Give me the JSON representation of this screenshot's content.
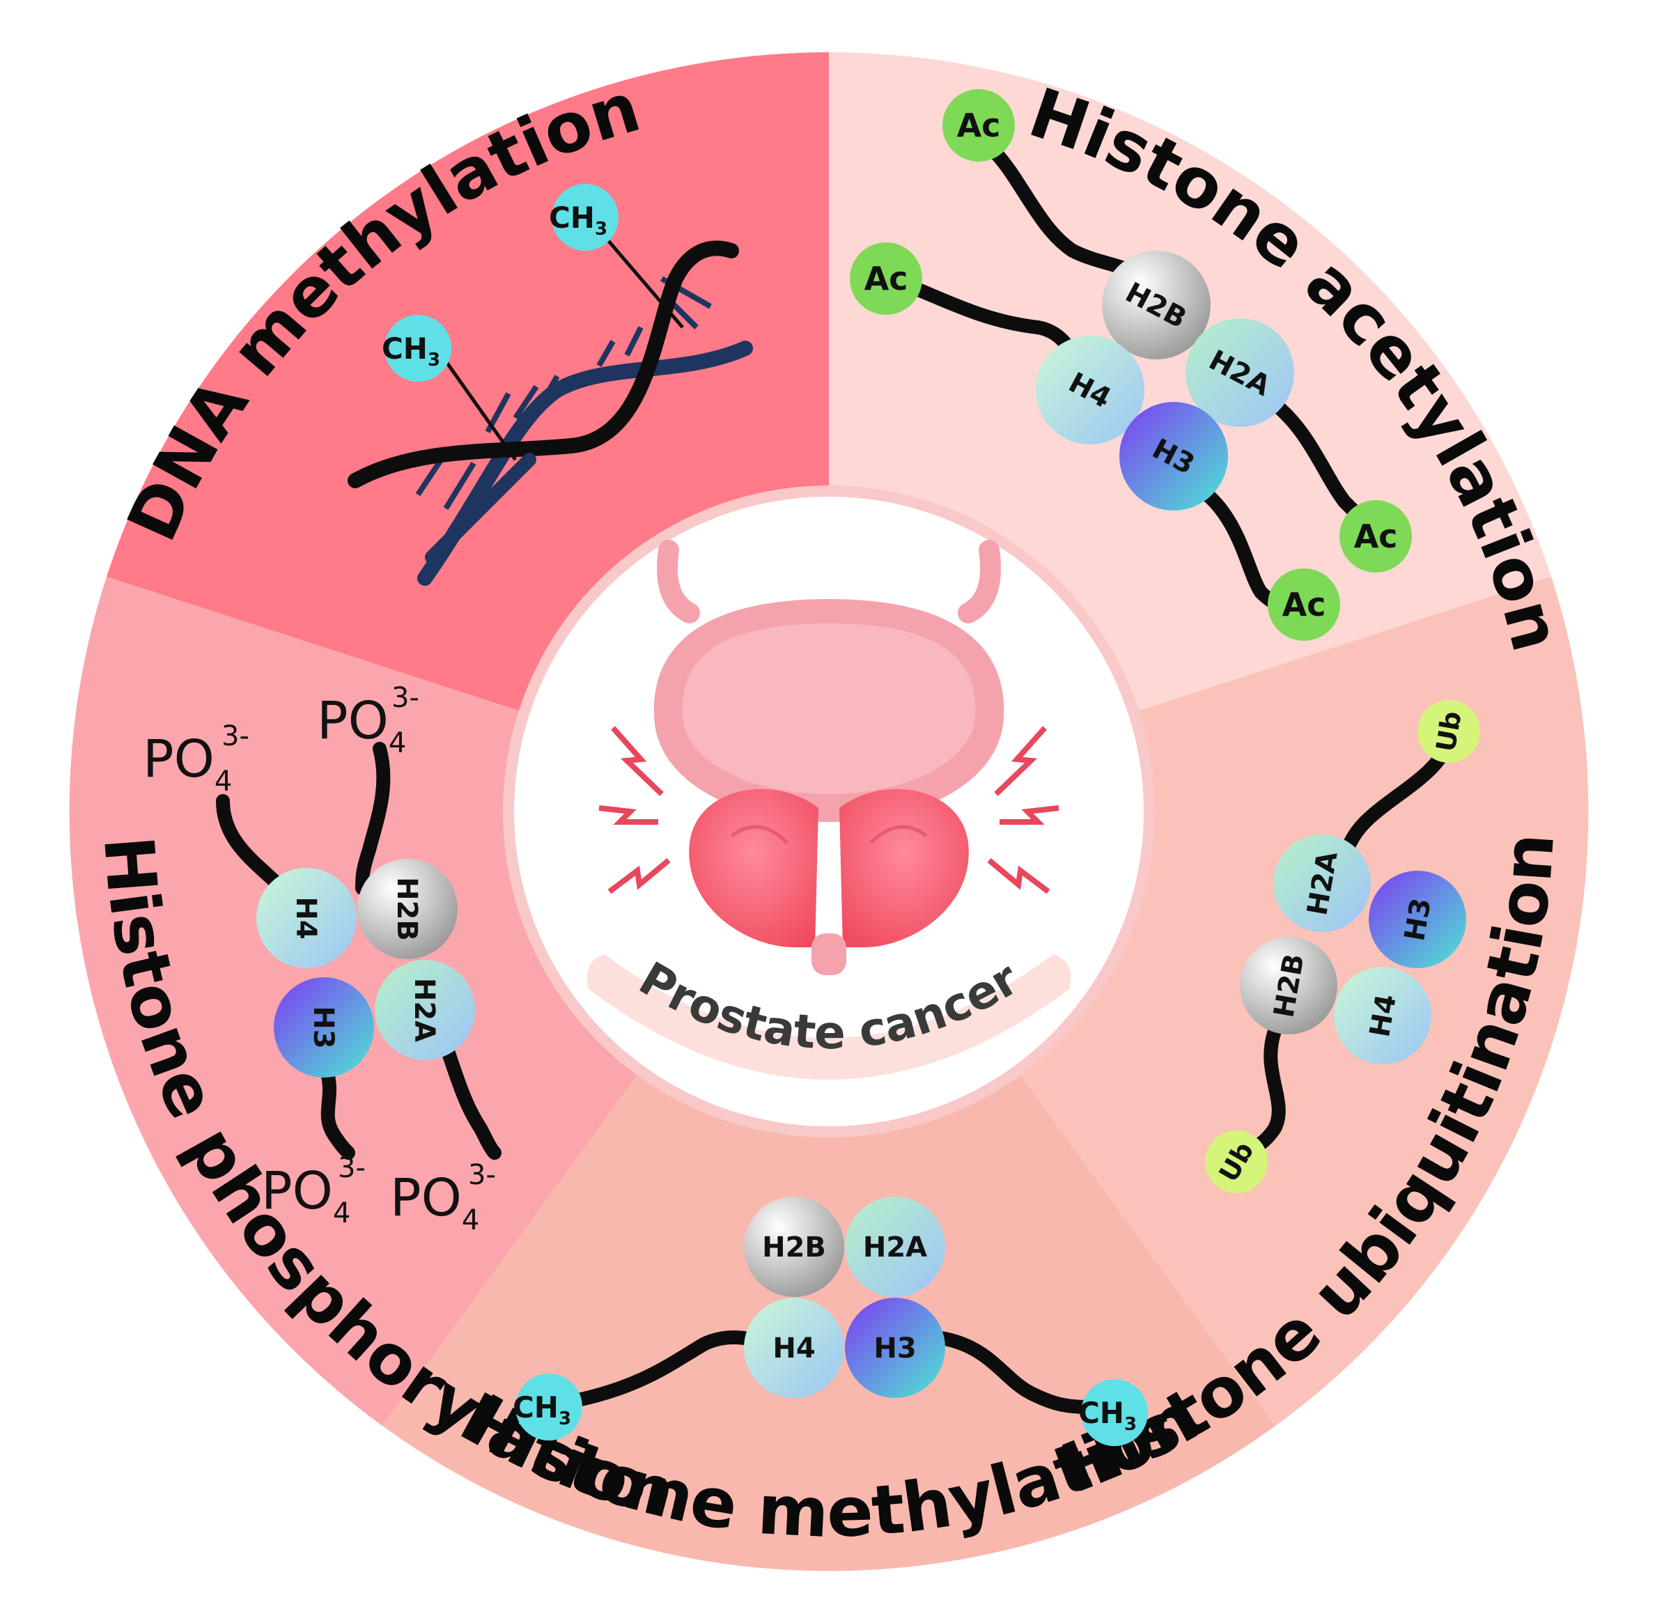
{
  "center": {
    "label": "Prostate cancer"
  },
  "sectors": {
    "dna_methylation": {
      "title": "DNA methylation",
      "color": "#ff7b89",
      "marks": [
        {
          "label": "CH",
          "subscript": "3"
        },
        {
          "label": "CH",
          "subscript": "3"
        }
      ]
    },
    "histone_acetylation": {
      "title": "Histone acetylation",
      "color": "#fdd8d4",
      "histones": [
        "H2B",
        "H2A",
        "H4",
        "H3"
      ],
      "marks": [
        "Ac",
        "Ac",
        "Ac",
        "Ac"
      ]
    },
    "histone_ubiquitination": {
      "title": "Histone ubiquitination",
      "color": "#fbc2b9",
      "histones": [
        "H2A",
        "H3",
        "H2B",
        "H4"
      ],
      "marks": [
        "Ub",
        "Ub"
      ]
    },
    "histone_methylation": {
      "title": "Histone methylation",
      "color": "#f9b8ae",
      "histones": [
        "H2B",
        "H2A",
        "H4",
        "H3"
      ],
      "marks": [
        {
          "label": "CH",
          "subscript": "3"
        },
        {
          "label": "CH",
          "subscript": "3"
        }
      ]
    },
    "histone_phosphorylation": {
      "title": "Histone phosphorylation",
      "color": "#fba6ad",
      "histones": [
        "H4",
        "H2B",
        "H3",
        "H2A"
      ],
      "marks": [
        {
          "label": "PO",
          "subscript": "4",
          "superscript": "3-"
        },
        {
          "label": "PO",
          "subscript": "4",
          "superscript": "3-"
        },
        {
          "label": "PO",
          "subscript": "4",
          "superscript": "3-"
        },
        {
          "label": "PO",
          "subscript": "4",
          "superscript": "3-"
        }
      ]
    }
  },
  "colors": {
    "histone_h2b": "#bdbdbd",
    "histone_h2a": "#a8e6d8",
    "histone_h4": "#a9dff0",
    "histone_h3": "#7a5ae8",
    "ch3_mark": "#5fe0e6",
    "ac_mark": "#7ed957",
    "ub_mark": "#d4f57a",
    "dna_strand": "#1e3560"
  }
}
